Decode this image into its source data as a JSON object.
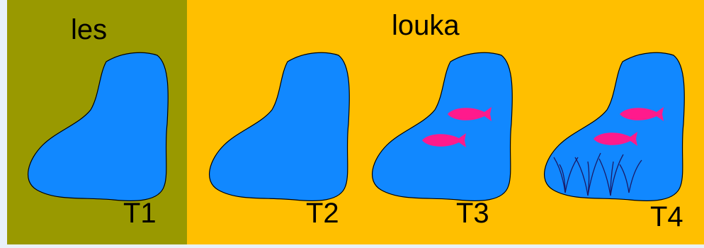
{
  "colors": {
    "forest": "#999900",
    "meadow": "#ffbf00",
    "water": "#1188ff",
    "fish": "#ff1a8c",
    "plant": "#1a1a66",
    "background": "#e9f2fa"
  },
  "regions": {
    "forest_label": "les",
    "meadow_label": "louka"
  },
  "ponds": [
    {
      "label": "T1",
      "fish_count": 0,
      "plants": false,
      "region": "les"
    },
    {
      "label": "T2",
      "fish_count": 0,
      "plants": false,
      "region": "louka"
    },
    {
      "label": "T3",
      "fish_count": 2,
      "plants": false,
      "region": "louka"
    },
    {
      "label": "T4",
      "fish_count": 2,
      "plants": true,
      "region": "louka"
    }
  ]
}
